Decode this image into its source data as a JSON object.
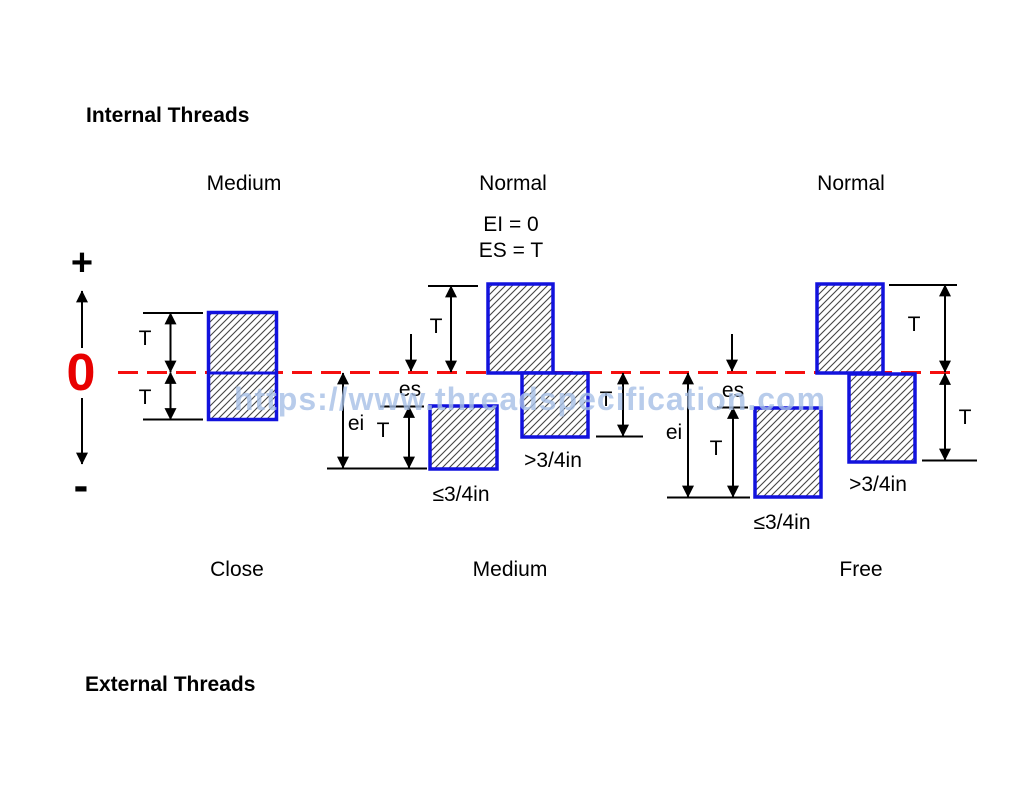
{
  "titles": {
    "internal": "Internal Threads",
    "external": "External Threads"
  },
  "internal_classes": [
    "Medium",
    "Normal",
    "Normal"
  ],
  "external_classes": [
    "Close",
    "Medium",
    "Free"
  ],
  "equations": [
    "EI = 0",
    "ES = T"
  ],
  "axis": {
    "plus": "+",
    "zero": "0",
    "minus": "-"
  },
  "dim": {
    "t": "T",
    "es": "es",
    "ei": "ei"
  },
  "size": {
    "le": "≤3/4in",
    "gt": ">3/4in"
  },
  "watermark": "https://www.threadspecification.com",
  "colors": {
    "zone_border": "#1212dd",
    "zero_line": "#f50f0f",
    "zero_label": "#e80000",
    "watermark": "#a6bfe6",
    "hatch": "#444444"
  }
}
